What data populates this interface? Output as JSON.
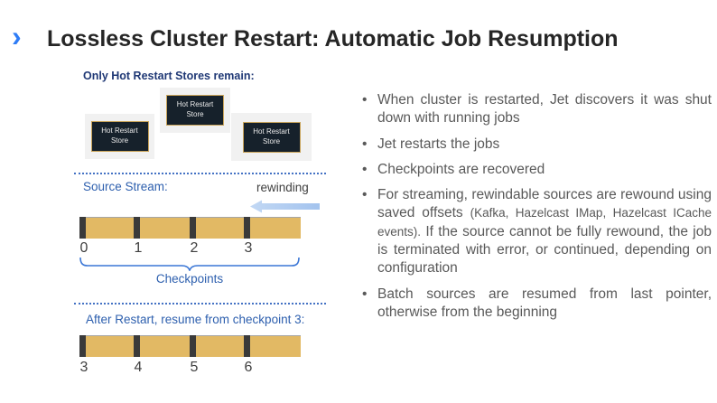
{
  "slide": {
    "chevron": "›",
    "title": "Lossless Cluster Restart: Automatic Job Resumption"
  },
  "diagram": {
    "stores_heading": "Only Hot Restart Stores remain:",
    "store_label": "Hot Restart Store",
    "source_stream_label": "Source Stream:",
    "rewinding_label": "rewinding",
    "stream_ticks": [
      "0",
      "1",
      "2",
      "3"
    ],
    "checkpoints_label": "Checkpoints",
    "after_restart_label": "After Restart, resume from checkpoint 3:",
    "resume_ticks": [
      "3",
      "4",
      "5",
      "6"
    ]
  },
  "bullets": {
    "items": [
      {
        "text": "When cluster is restarted, Jet discovers it was shut down with running jobs"
      },
      {
        "text": "Jet restarts the jobs"
      },
      {
        "text": "Checkpoints are recovered"
      },
      {
        "pre": "For streaming, rewindable sources are rewound using saved offsets ",
        "small": "(Kafka, Hazelcast IMap, Hazelcast ICache events).",
        "post": " If the source cannot be fully rewound, the job is terminated with error, or continued, depending on configuration"
      },
      {
        "text": "Batch sources are resumed from last pointer, otherwise from the beginning"
      }
    ]
  },
  "colors": {
    "accent-blue": "#2e7cf6",
    "title-text": "#262626",
    "navy-heading": "#1f3875",
    "label-blue": "#2d5fae",
    "sep-blue": "#4472c4",
    "brace-blue": "#3a76d6",
    "bar-fill": "#e2b964",
    "bar-tick": "#3a3a3a",
    "store-bg": "#16212b",
    "store-border": "#c9a45a",
    "store-panel": "#f1f1f1",
    "body-text": "#595959",
    "arrow-blue": "#aecbf0"
  }
}
